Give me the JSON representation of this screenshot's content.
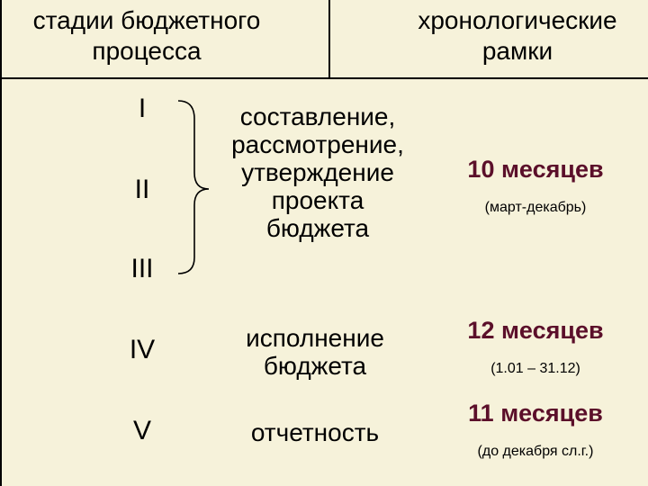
{
  "header": {
    "left": "стадии бюджетного\nпроцесса",
    "right": "хронологические\nрамки"
  },
  "stages": {
    "s1": "I",
    "s2": "II",
    "s3": "III",
    "s4": "IV",
    "s5": "V"
  },
  "descriptions": {
    "prep": "составление,\nрассмотрение,\nутверждение\nпроекта\nбюджета",
    "exec": "исполнение\nбюджета",
    "report": "отчетность"
  },
  "durations": {
    "prep": {
      "value": "10 месяцев",
      "range": "(март-декабрь)"
    },
    "exec": {
      "value": "12 месяцев",
      "range": "(1.01 – 31.12)"
    },
    "report": {
      "value": "11 месяцев",
      "range": "(до декабря сл.г.)"
    }
  },
  "colors": {
    "background": "#f6f2da",
    "duration_text": "#5b0f2a",
    "lines": "#000000"
  }
}
